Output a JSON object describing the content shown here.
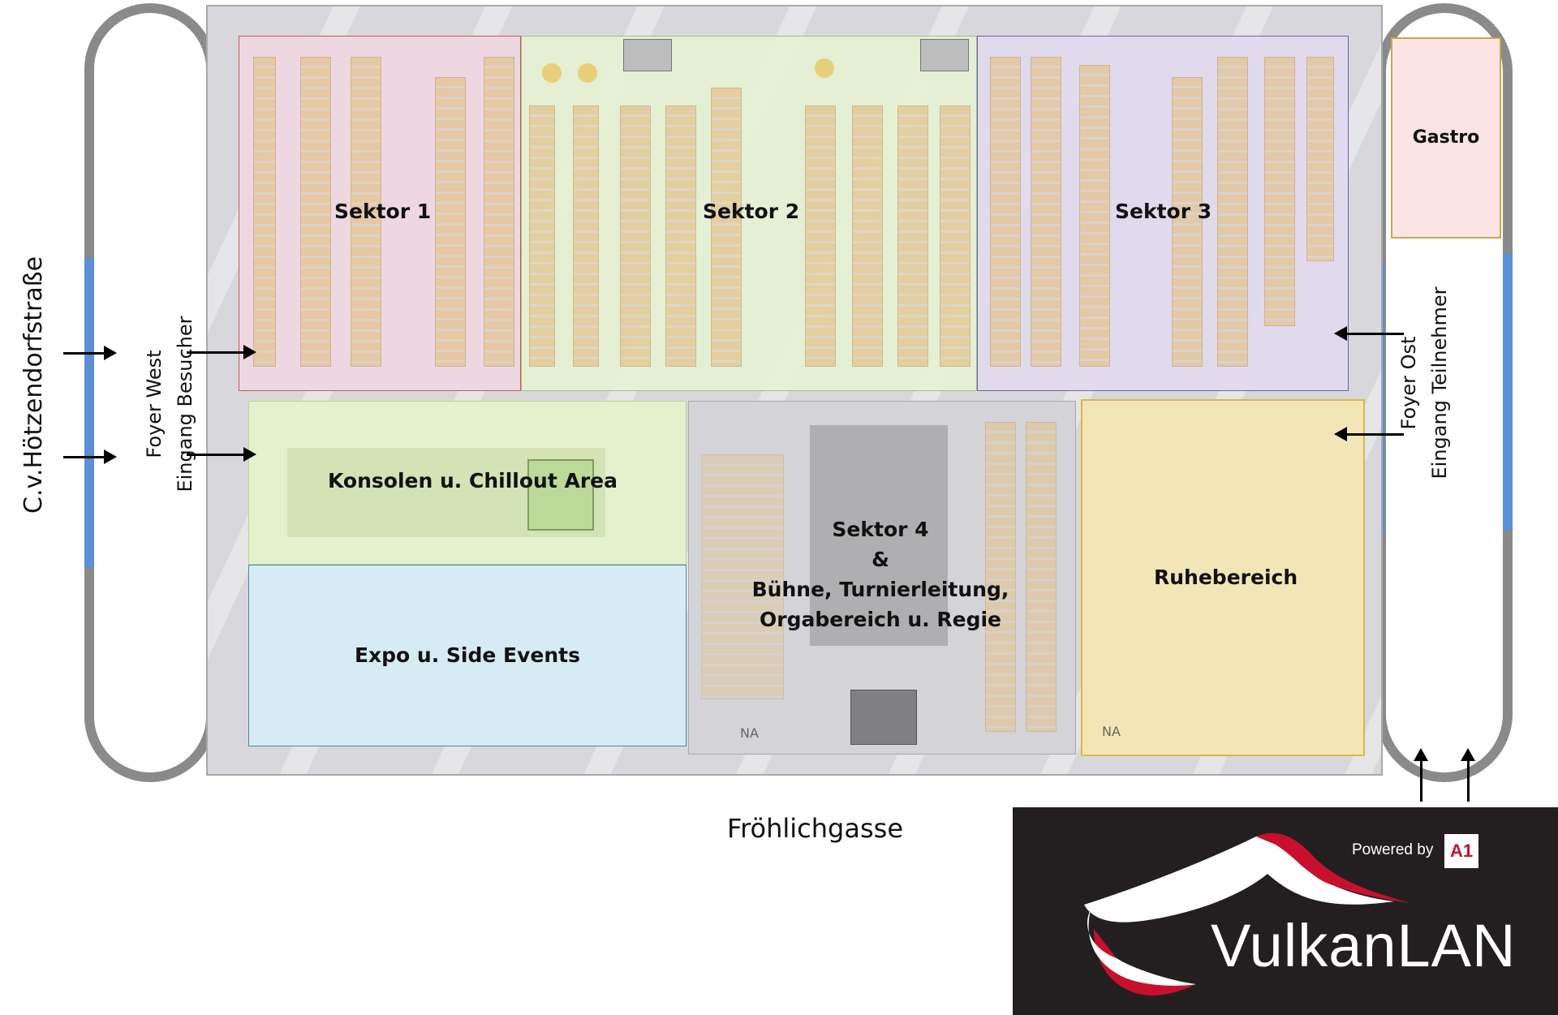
{
  "streets": {
    "west": "C.v.Hötzendorfstraße",
    "south": "Fröhlichgasse"
  },
  "foyer_west": {
    "line1": "Foyer West",
    "line2": "Eingang Besucher"
  },
  "foyer_east": {
    "line1": "Foyer Ost",
    "line2": "Eingang Teilnehmer"
  },
  "zones": {
    "sektor1": "Sektor 1",
    "sektor2": "Sektor 2",
    "sektor3": "Sektor 3",
    "gastro": "Gastro",
    "konsolen": "Konsolen u. Chillout Area",
    "expo": "Expo u. Side Events",
    "sektor4": [
      "Sektor 4",
      "&",
      "Bühne, Turnierleitung,",
      "Orgabereich u. Regie"
    ],
    "ruhebereich": "Ruhebereich"
  },
  "small_marks": {
    "na1": "NA",
    "na2": "NA"
  },
  "logo": {
    "powered_by": "Powered by",
    "sponsor_mark": "A1",
    "name": "VulkanLAN"
  },
  "colors": {
    "sektor1": "#efd7e2",
    "sektor2": "#e6f1d4",
    "sektor3": "#e2dbee",
    "konsolen": "#e4f1cd",
    "expo": "#d6ecf4",
    "ruhebereich": "#f3e6b6",
    "gastro": "#fbe4e3",
    "path": "#8a8a8a",
    "entrance": "#5b8fd6",
    "logo_bg": "#231f20",
    "logo_red": "#c8102e"
  }
}
